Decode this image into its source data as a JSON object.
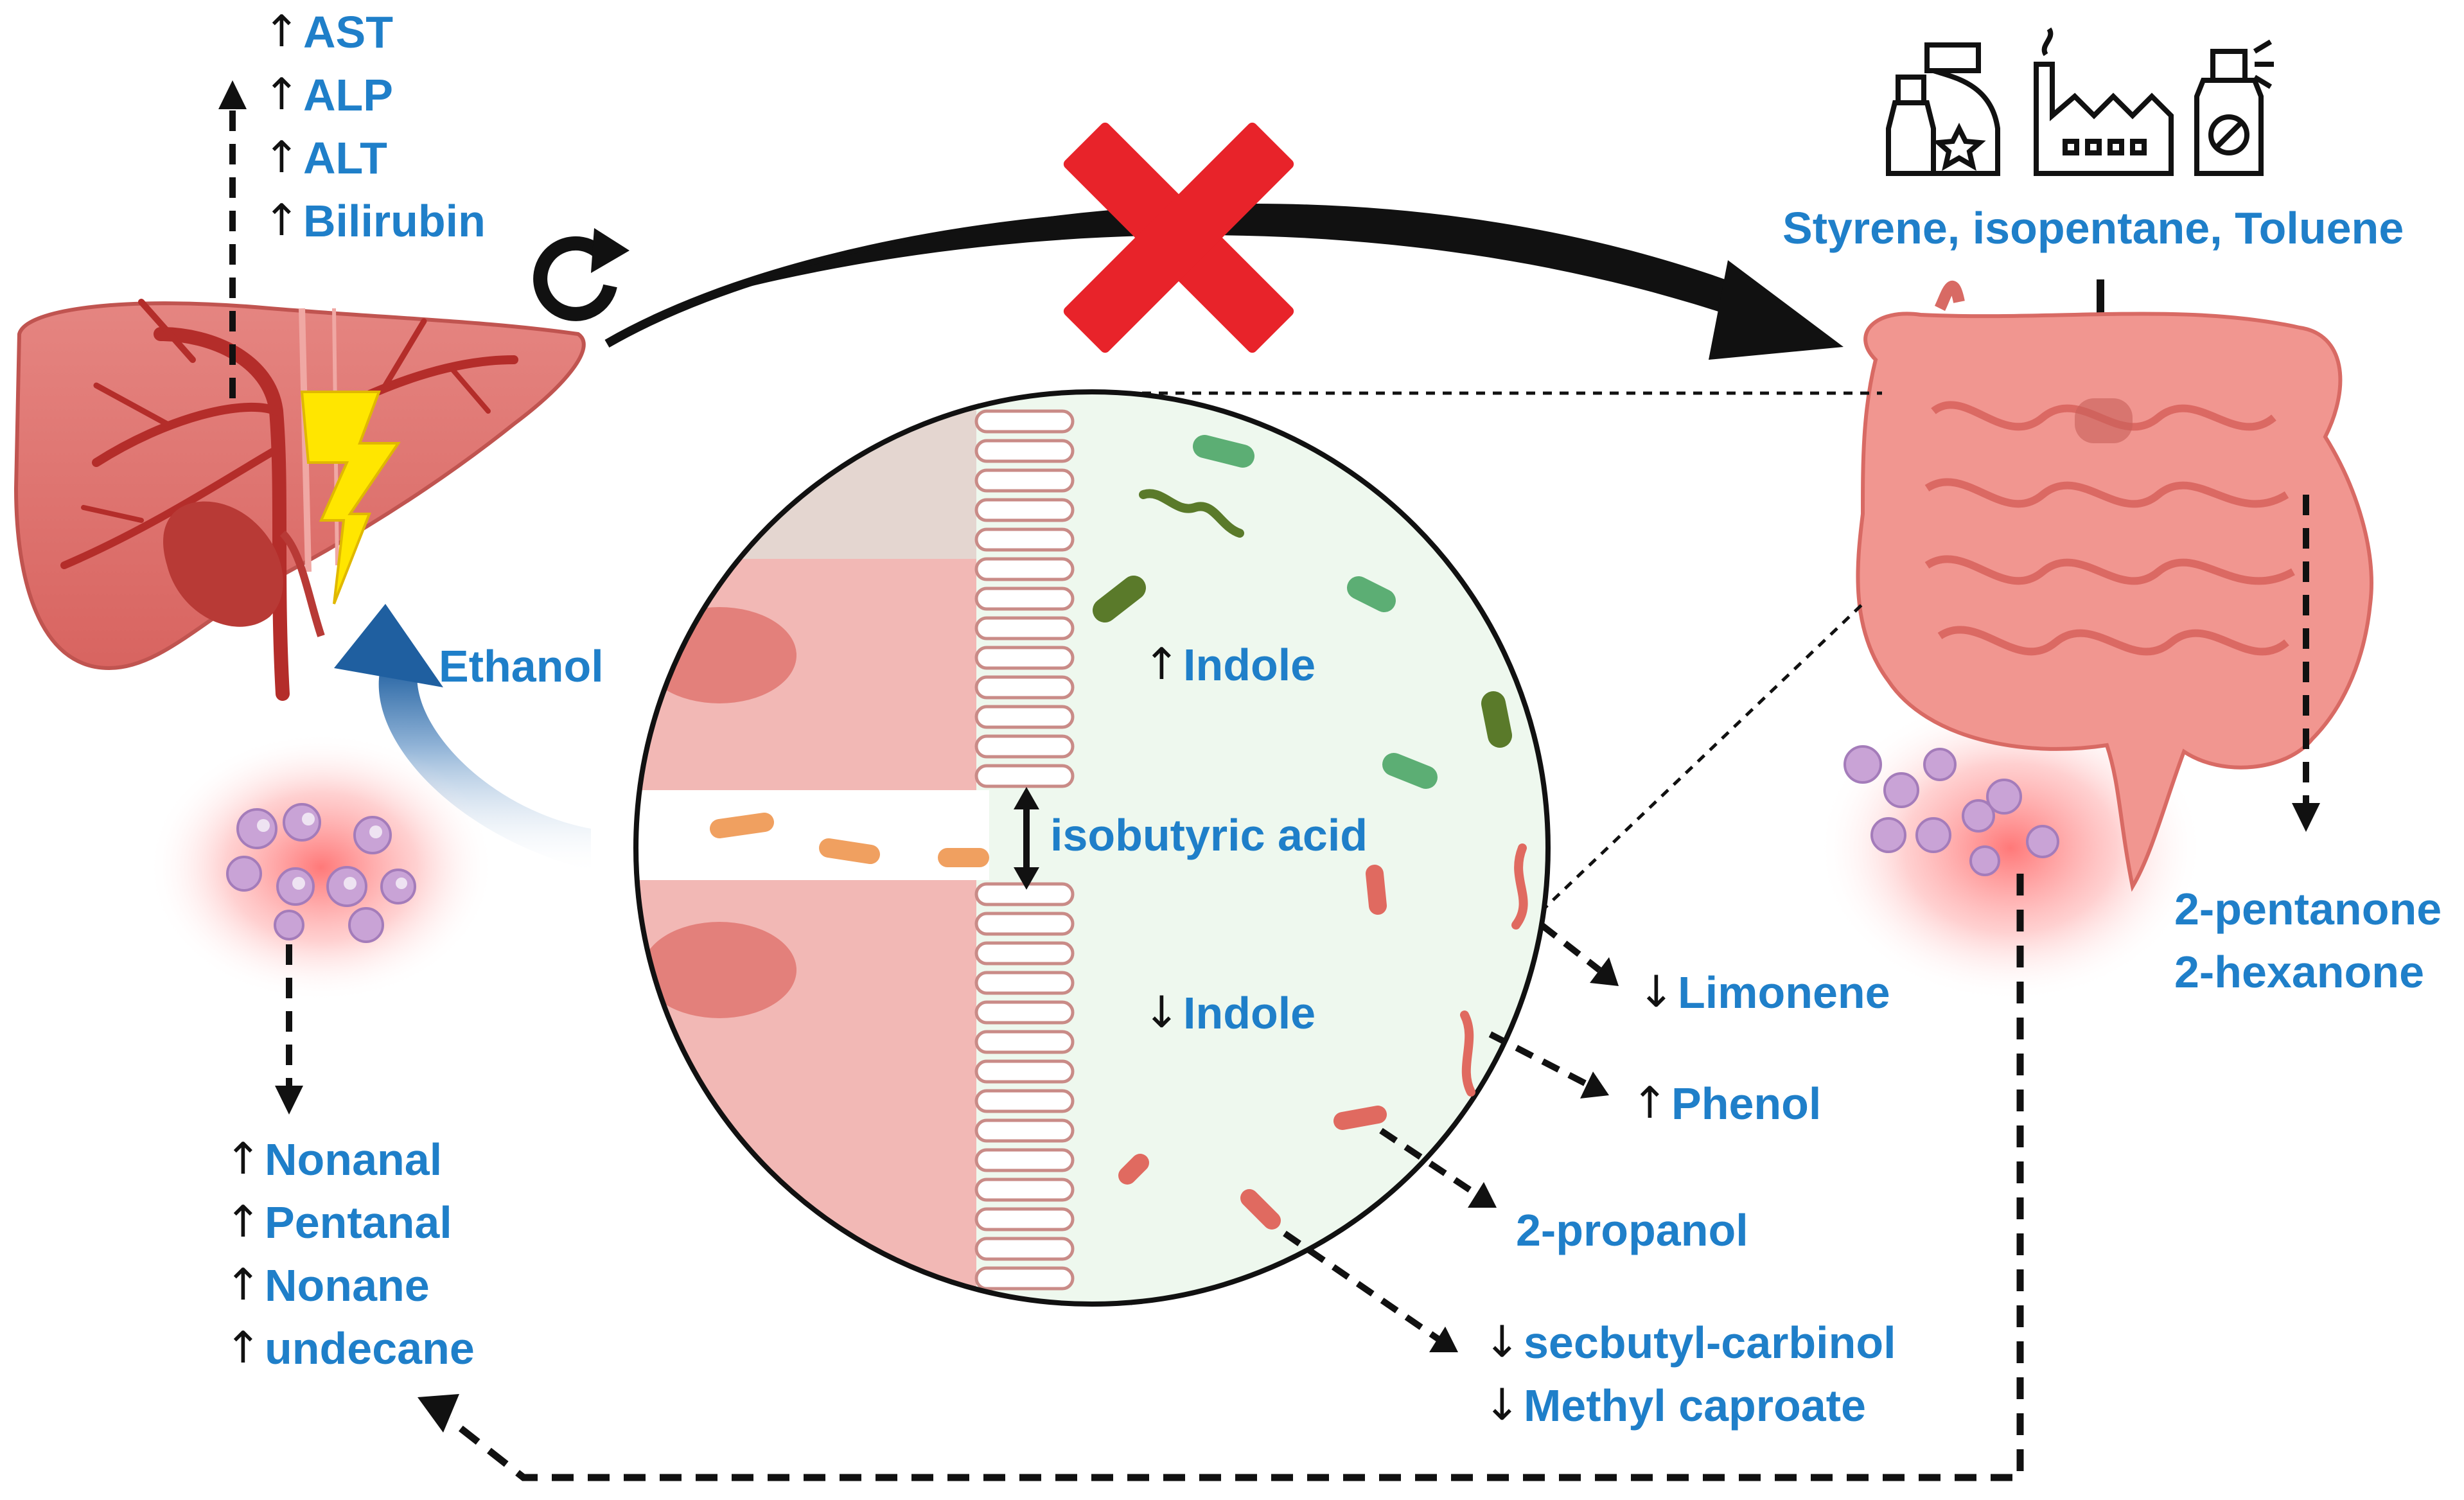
{
  "colors": {
    "label_blue": "#1f7fc9",
    "liver": "#e07a76",
    "liver_dark": "#b83a36",
    "intestine": "#ef8c86",
    "tissue_pink": "#f2b8b5",
    "lumen_green": "#eef8ee",
    "cross_red": "#e8232a",
    "ethanol_arrow": "#2a6aa8",
    "bolt_yellow": "#ffe600"
  },
  "icons": [
    "bottles-icon",
    "factory-icon",
    "spray-bottle-icon",
    "liver-icon",
    "intestine-icon",
    "immune-cells-icon",
    "bacteria-icon",
    "cross-icon",
    "lightning-icon",
    "refresh-icon"
  ],
  "liver_markers": [
    {
      "arrow": "↑",
      "label": "AST"
    },
    {
      "arrow": "↑",
      "label": "ALP"
    },
    {
      "arrow": "↑",
      "label": "ALT"
    },
    {
      "arrow": "↑",
      "label": "Bilirubin"
    }
  ],
  "ethanol_label": "Ethanol",
  "environment_label": "Styrene, isopentane, Toluene",
  "gut_vocs": [
    "2-pentanone",
    "2-hexanone"
  ],
  "inflammation_vocs": [
    {
      "arrow": "↑",
      "label": "Nonanal"
    },
    {
      "arrow": "↑",
      "label": "Pentanal"
    },
    {
      "arrow": "↑",
      "label": "Nonane"
    },
    {
      "arrow": "↑",
      "label": "undecane"
    }
  ],
  "lumen_metabolites": {
    "indole_up": {
      "arrow": "↑",
      "label": "Indole"
    },
    "isobutyric": "isobutyric acid",
    "indole_down": {
      "arrow": "↓",
      "label": "Indole"
    }
  },
  "bacterial_vocs": {
    "limonene": {
      "arrow": "↓",
      "label": "Limonene"
    },
    "phenol": {
      "arrow": "↑",
      "label": "Phenol"
    },
    "propanol": {
      "label": "2-propanol"
    },
    "secbutyl": {
      "arrow": "↓",
      "label": "secbutyl-carbinol"
    },
    "methyl_caproate": {
      "arrow": "↓",
      "label": "Methyl caproate"
    }
  }
}
